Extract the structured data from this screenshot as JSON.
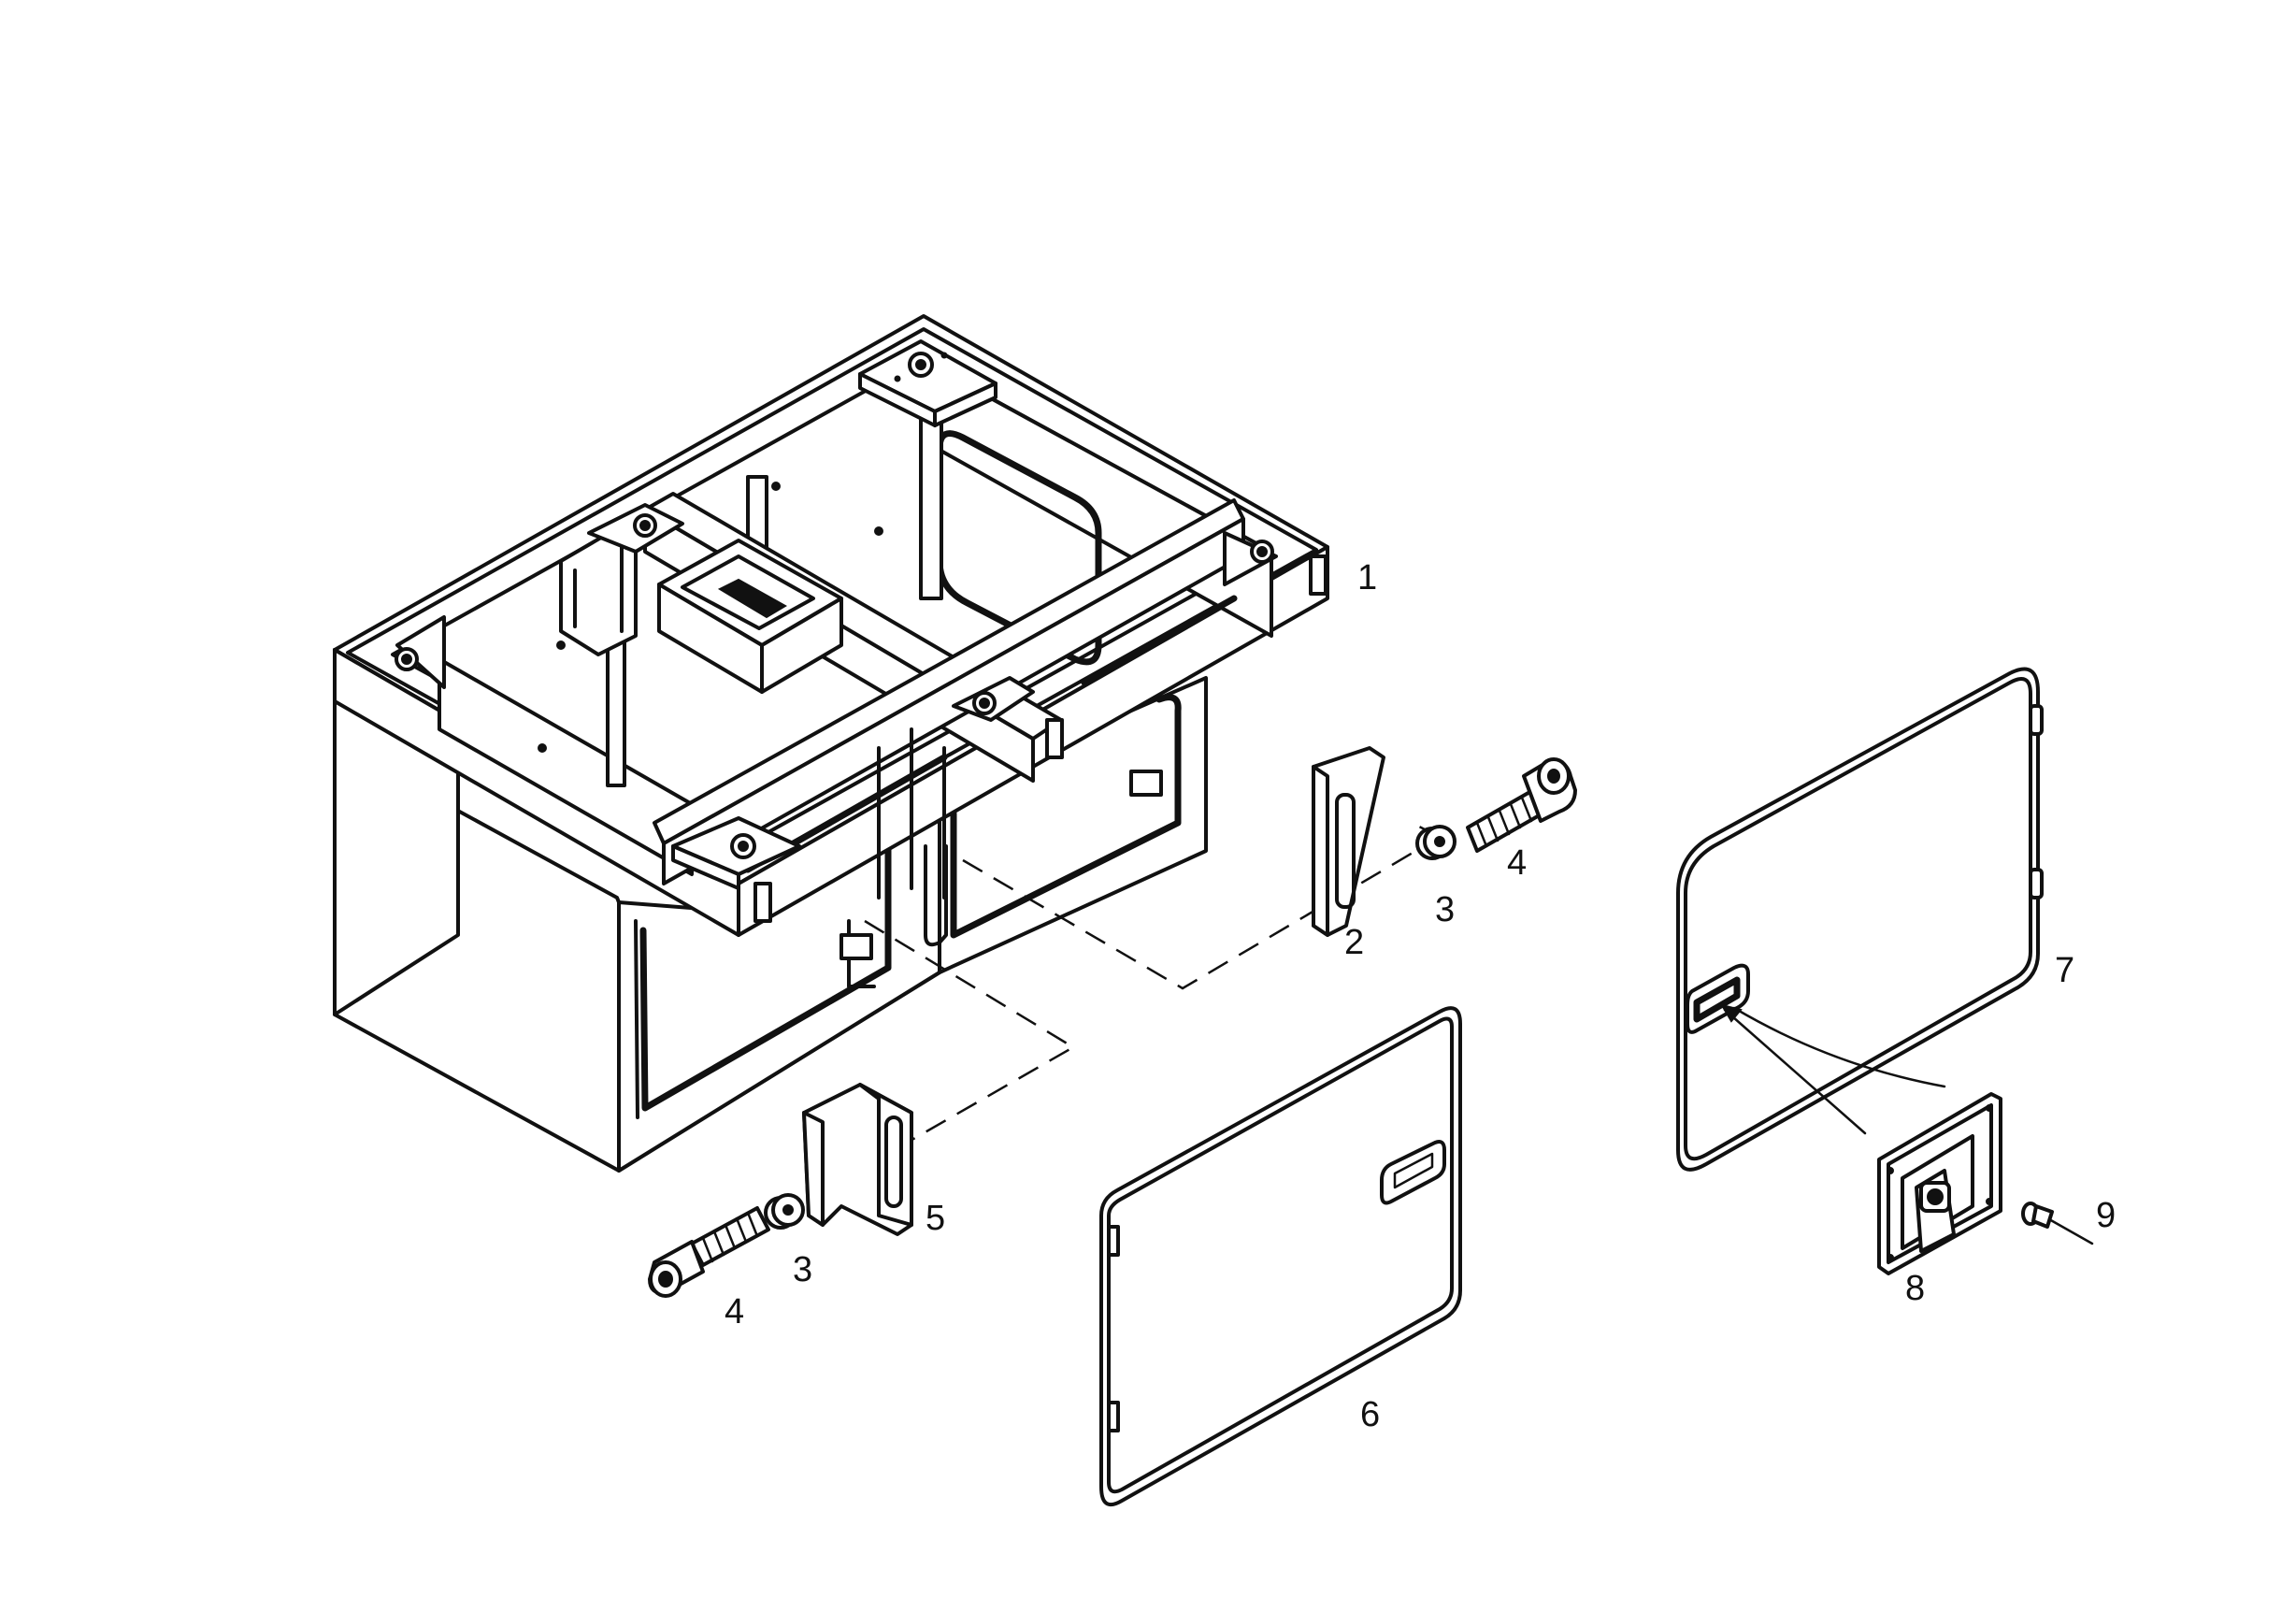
{
  "diagram": {
    "callouts": [
      {
        "id": "p1",
        "label": "1",
        "part": "housing-frame"
      },
      {
        "id": "p2",
        "label": "2",
        "part": "guide-bracket"
      },
      {
        "id": "p3a",
        "label": "3",
        "part": "washer"
      },
      {
        "id": "p4a",
        "label": "4",
        "part": "bolt"
      },
      {
        "id": "p3b",
        "label": "3",
        "part": "washer"
      },
      {
        "id": "p4b",
        "label": "4",
        "part": "bolt"
      },
      {
        "id": "p5",
        "label": "5",
        "part": "angle-bracket"
      },
      {
        "id": "p6",
        "label": "6",
        "part": "access-panel"
      },
      {
        "id": "p7",
        "label": "7",
        "part": "access-panel"
      },
      {
        "id": "p8",
        "label": "8",
        "part": "latch"
      },
      {
        "id": "p9",
        "label": "9",
        "part": "rivet"
      }
    ],
    "colors": {
      "stroke": "#111111",
      "background": "#ffffff"
    }
  }
}
